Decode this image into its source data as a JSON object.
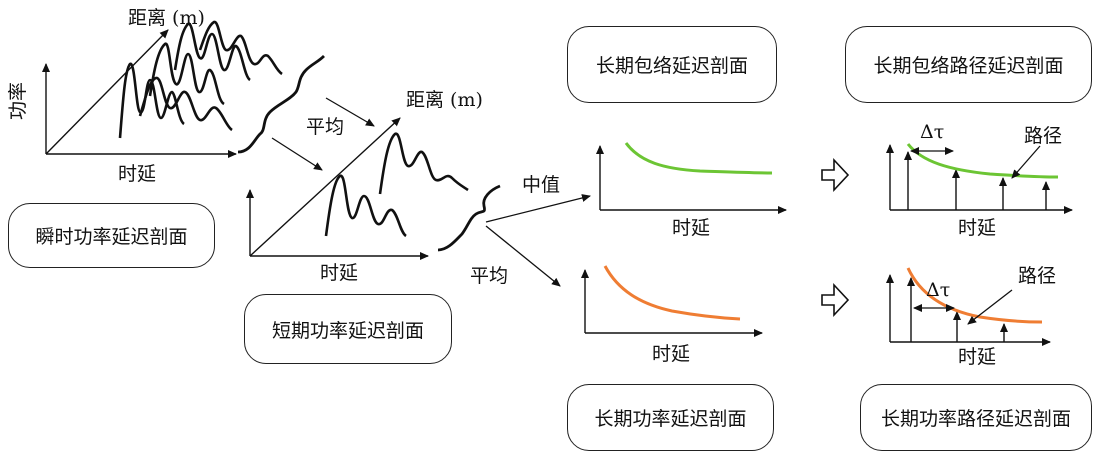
{
  "labels": {
    "distance_top": "距离 (m)",
    "power_axis": "功率",
    "delay_1": "时延",
    "avg_top": "平均",
    "distance_mid": "距离 (m)",
    "delay_2": "时延",
    "avg_bottom": "平均",
    "median": "中值",
    "delay_3": "时延",
    "delay_4": "时延",
    "delta_tau_top": "Δτ",
    "path_top": "路径",
    "delay_5": "时延",
    "delta_tau_bottom": "Δτ",
    "path_bottom": "路径",
    "delay_6": "时延"
  },
  "boxes": {
    "instant": "瞬时功率延迟剖面",
    "short_term": "短期功率延迟剖面",
    "long_env": "长期包络延迟剖面",
    "long_env_path": "长期包络路径延迟剖面",
    "long_power": "长期功率延迟剖面",
    "long_power_path": "长期功率路径延迟剖面"
  },
  "colors": {
    "envelope_curve": "#6cc534",
    "power_curve": "#ef7d33",
    "ink": "#111111"
  }
}
